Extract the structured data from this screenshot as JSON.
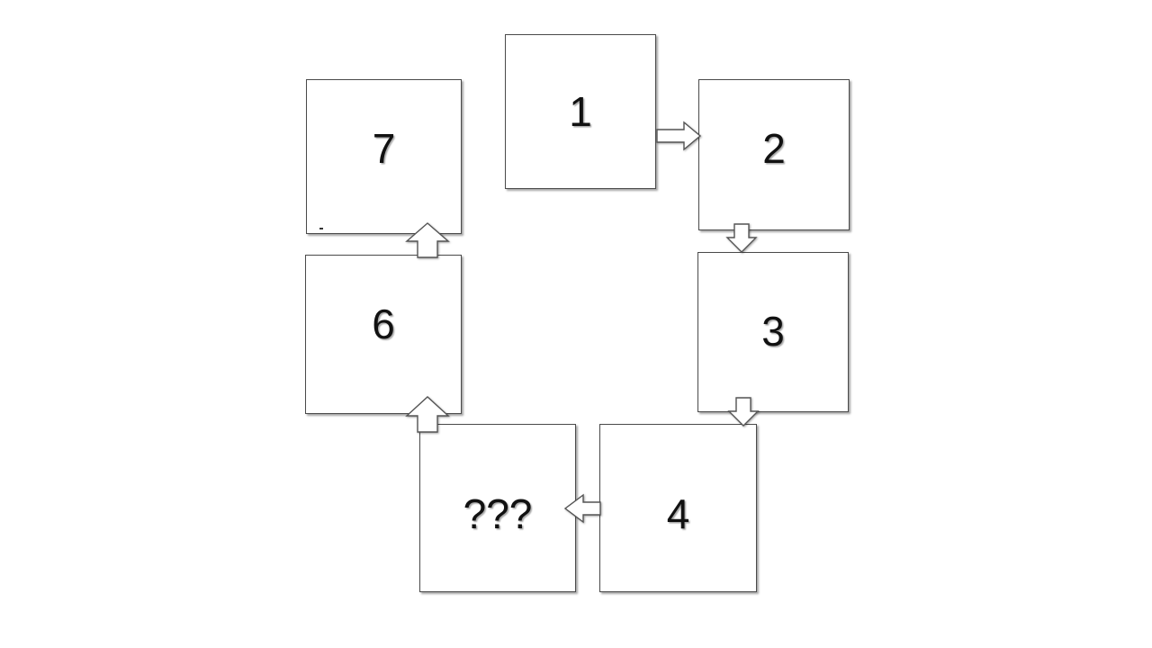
{
  "boxes": [
    {
      "id": "1",
      "label": "1"
    },
    {
      "id": "2",
      "label": "2"
    },
    {
      "id": "3",
      "label": "3"
    },
    {
      "id": "4",
      "label": "4"
    },
    {
      "id": "5",
      "label": "???"
    },
    {
      "id": "6",
      "label": "6"
    },
    {
      "id": "7",
      "label": "7"
    }
  ],
  "flow": [
    {
      "from": "1",
      "to": "2",
      "direction": "right"
    },
    {
      "from": "2",
      "to": "3",
      "direction": "down"
    },
    {
      "from": "3",
      "to": "4",
      "direction": "down"
    },
    {
      "from": "4",
      "to": "???",
      "direction": "left"
    },
    {
      "from": "???",
      "to": "6",
      "direction": "up"
    },
    {
      "from": "6",
      "to": "7",
      "direction": "up"
    }
  ]
}
